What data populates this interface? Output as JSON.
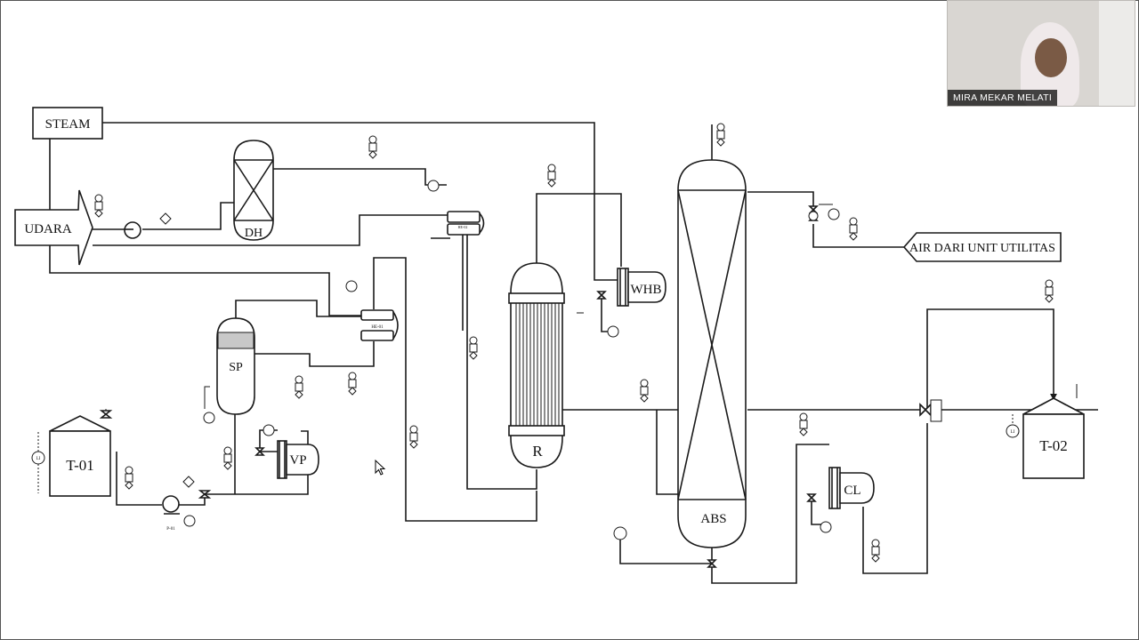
{
  "diagram": {
    "labels": {
      "steam": "STEAM",
      "udara": "UDARA",
      "dh": "DH",
      "he02": "HE-02",
      "he01": "HE-01",
      "sp": "SP",
      "vp": "VP",
      "t01": "T-01",
      "p01": "P-01",
      "r": "R",
      "whb": "WHB",
      "abs": "ABS",
      "air_utilitas": "AIR DARI UNIT UTILITAS",
      "cl": "CL",
      "t02": "T-02",
      "li_t01": "LI",
      "li_t02": "LI"
    }
  },
  "video": {
    "participant_name": "MIRA MEKAR MELATI"
  }
}
